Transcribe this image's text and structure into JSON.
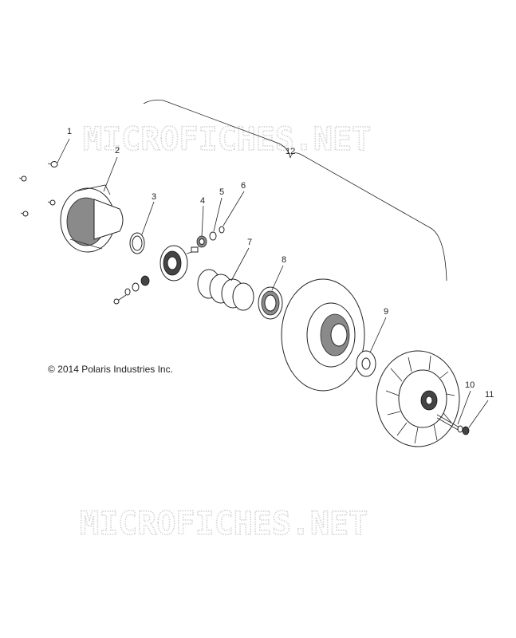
{
  "watermark": {
    "top": "MICROFICHES.NET",
    "bottom": "MICROFICHES.NET"
  },
  "copyright": "© 2014 Polaris Industries Inc.",
  "callouts": [
    {
      "id": "1",
      "label": "1"
    },
    {
      "id": "2",
      "label": "2"
    },
    {
      "id": "3",
      "label": "3"
    },
    {
      "id": "4",
      "label": "4"
    },
    {
      "id": "5",
      "label": "5"
    },
    {
      "id": "6",
      "label": "6"
    },
    {
      "id": "7",
      "label": "7"
    },
    {
      "id": "8",
      "label": "8"
    },
    {
      "id": "9",
      "label": "9"
    },
    {
      "id": "10",
      "label": "10"
    },
    {
      "id": "11",
      "label": "11"
    },
    {
      "id": "12",
      "label": "12"
    }
  ],
  "colors": {
    "line": "#222222",
    "watermark": "#d4d4d4",
    "background": "#ffffff"
  }
}
